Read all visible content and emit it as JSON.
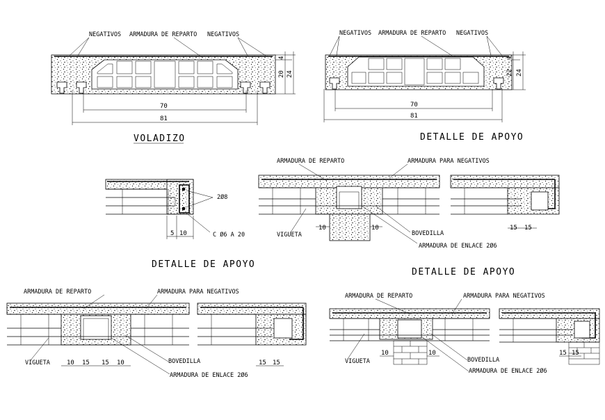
{
  "labels": {
    "negativos": "NEGATIVOS",
    "armadura_reparto": "ARMADURA DE REPARTO",
    "armadura_negativos": "ARMADURA PARA NEGATIVOS",
    "vigueta": "VIGUETA",
    "bovedilla": "BOVEDILLA",
    "armadura_enlace": "ARMADURA DE ENLACE 2Ø6",
    "two_phi8": "2Ø8",
    "stirrup": "C Ø6 A 20"
  },
  "titles": {
    "voladizo": "VOLADIZO",
    "detalle_apoyo": "DETALLE DE APOYO"
  },
  "dims": {
    "d70": "70",
    "d81": "81",
    "d4": "4",
    "d20": "20",
    "d22": "22",
    "d24": "24",
    "d5": "5",
    "d10": "10",
    "d15": "15"
  },
  "colors": {
    "line": "#000000",
    "background": "#ffffff"
  }
}
